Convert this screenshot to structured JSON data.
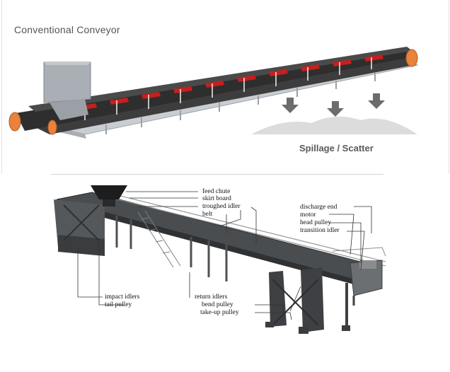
{
  "top_panel": {
    "title": "Conventional Conveyor",
    "caption": "Spillage / Scatter"
  },
  "bottom_panel": {
    "labels": {
      "feed_chute": "feed chute",
      "skirt_board": "skirt board",
      "troughed_idler": "troughed idler",
      "belt": "belt",
      "discharge_end": "discharge end",
      "motor": "motor",
      "head_pulley": "head pulley",
      "transition_idler": "transition idler",
      "impact_idlers": "impact idlers",
      "tail_pulley": "tail pulley",
      "return_idlers": "return idlers",
      "bend_pulley": "bend pulley",
      "take_up_pulley": "take-up pulley"
    }
  },
  "colors": {
    "belt_dark": "#3a3a3a",
    "idler_red": "#c81e1e",
    "pulley_orange": "#e8823c",
    "frame_gray": "#b8bcc0",
    "arrow_gray": "#6c6c6c",
    "pile_gray": "#dcdcdc"
  }
}
